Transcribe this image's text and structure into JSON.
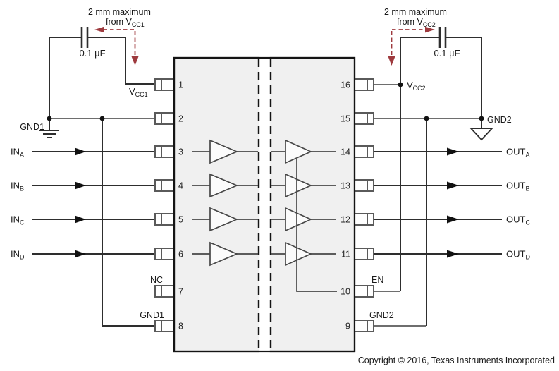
{
  "colors": {
    "accent_red": "#9e3a3e",
    "ic_fill": "#f0f0f0",
    "wire_dark": "#2e2e2e",
    "wire_gray": "#6e6e6e"
  },
  "annotation_left": {
    "line1": "2 mm maximum",
    "line2_text": "from V",
    "line2_sub": "CC1"
  },
  "annotation_right": {
    "line1": "2 mm maximum",
    "line2_text": "from V",
    "line2_sub": "CC2"
  },
  "cap_left": {
    "value": "0.1 µF"
  },
  "cap_right": {
    "value": "0.1 µF"
  },
  "labels": {
    "vcc1": {
      "main": "V",
      "sub": "CC1"
    },
    "vcc2": {
      "main": "V",
      "sub": "CC2"
    },
    "gnd1_node": "GND1",
    "gnd2_node": "GND2",
    "nc_pin": "NC",
    "gnd1_pin": "GND1",
    "en_pin": "EN",
    "gnd2_pin": "GND2"
  },
  "inputs": [
    {
      "main": "IN",
      "sub": "A"
    },
    {
      "main": "IN",
      "sub": "B"
    },
    {
      "main": "IN",
      "sub": "C"
    },
    {
      "main": "IN",
      "sub": "D"
    }
  ],
  "outputs": [
    {
      "main": "OUT",
      "sub": "A"
    },
    {
      "main": "OUT",
      "sub": "B"
    },
    {
      "main": "OUT",
      "sub": "C"
    },
    {
      "main": "OUT",
      "sub": "D"
    }
  ],
  "ic": {
    "left_pin_numbers": [
      "1",
      "2",
      "3",
      "4",
      "5",
      "6",
      "7",
      "8"
    ],
    "right_pin_numbers": [
      "16",
      "15",
      "14",
      "13",
      "12",
      "11",
      "10",
      "9"
    ]
  },
  "copyright": "Copyright © 2016, Texas Instruments Incorporated"
}
